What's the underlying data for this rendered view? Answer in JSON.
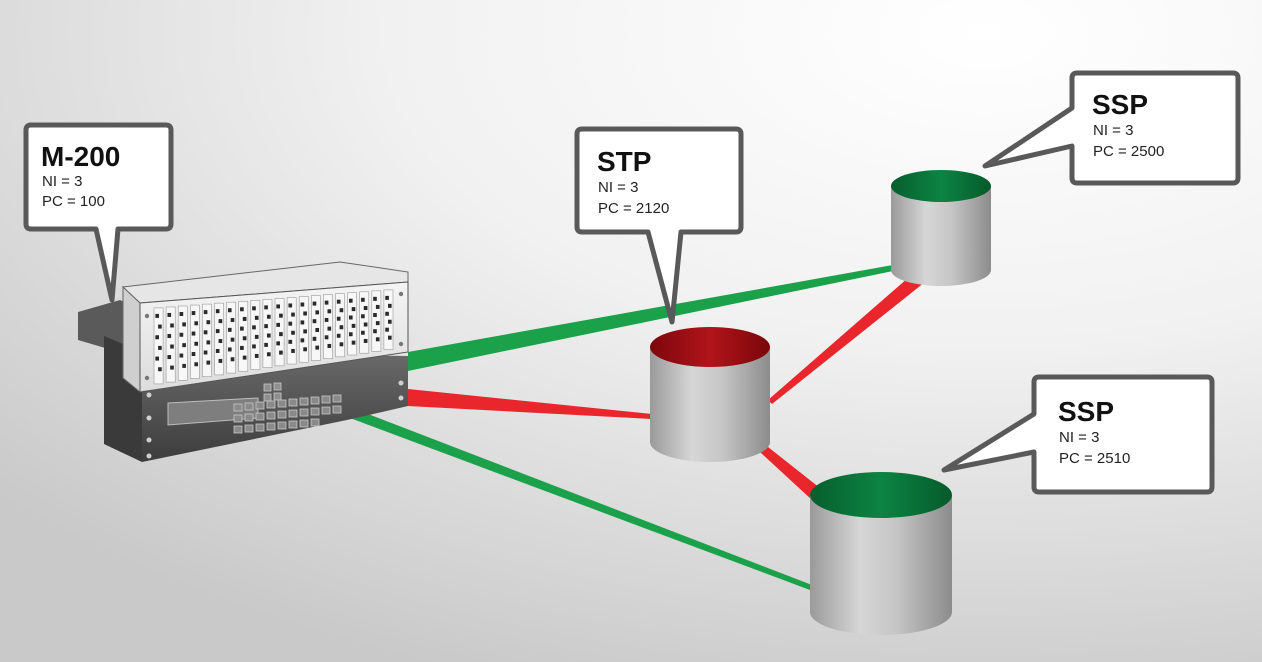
{
  "colors": {
    "green_link": "#1aa14a",
    "red_link": "#e8262c",
    "stp_top": "#a00d12",
    "ssp_top": "#0b7a3c",
    "callout_border": "#595959",
    "cylinder_body": "#b8b8b8"
  },
  "nodes": {
    "m200": {
      "name": "M-200",
      "ni": "NI = 3",
      "pc": "PC = 100"
    },
    "stp": {
      "name": "STP",
      "ni": "NI = 3",
      "pc": "PC = 2120"
    },
    "ssp_top": {
      "name": "SSP",
      "ni": "NI = 3",
      "pc": "PC = 2500"
    },
    "ssp_bottom": {
      "name": "SSP",
      "ni": "NI = 3",
      "pc": "PC = 2510"
    }
  },
  "links": [
    {
      "from": "m200",
      "to": "ssp_top",
      "status": "green"
    },
    {
      "from": "m200",
      "to": "stp",
      "status": "red"
    },
    {
      "from": "m200",
      "to": "ssp_bottom",
      "status": "green"
    },
    {
      "from": "stp",
      "to": "ssp_top",
      "status": "red"
    },
    {
      "from": "stp",
      "to": "ssp_bottom",
      "status": "red"
    }
  ]
}
